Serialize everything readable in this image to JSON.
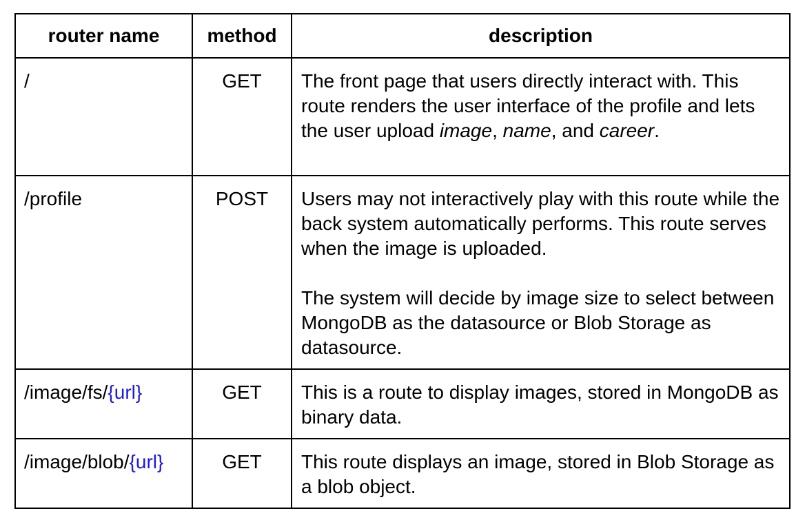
{
  "headers": {
    "router_name": "router name",
    "method": "method",
    "description": "description"
  },
  "rows": [
    {
      "route": "/",
      "method": "GET",
      "desc": {
        "part1": "The front page that users directly interact with. This route renders the user interface of the profile and lets the user upload ",
        "em1": "image",
        "sep1": ", ",
        "em2": "name",
        "sep2": ", and ",
        "em3": "career",
        "end": "."
      }
    },
    {
      "route": "/profile",
      "method": "POST",
      "desc": {
        "para1": "Users may not interactively play with this route while the back system automatically performs. This route serves when the image is uploaded.",
        "para2": "The system will decide by image size to select between MongoDB as the datasource or Blob Storage as datasource."
      }
    },
    {
      "route_prefix": "/image/fs/",
      "route_param": "{url}",
      "method": "GET",
      "desc": "This is a route to display images, stored in MongoDB as binary data."
    },
    {
      "route_prefix": "/image/blob/",
      "route_param": "{url}",
      "method": "GET",
      "desc": "This route displays an image, stored in Blob Storage as a blob object."
    }
  ],
  "colors": {
    "param": "#1a1ae6",
    "border": "#000000"
  }
}
